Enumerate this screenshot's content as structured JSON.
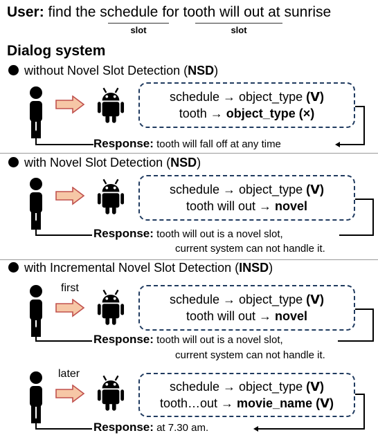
{
  "user": {
    "prefix": "User:",
    "text_1": "find the",
    "slot_a": "schedule",
    "text_2": "for",
    "slot_b": "tooth will out",
    "text_3": "at sunrise",
    "slot_tag_a": "slot",
    "slot_tag_b": "slot"
  },
  "dialog_title": "Dialog system",
  "sections": [
    {
      "title_pre": "without Novel Slot Detection (",
      "title_bold": "NSD",
      "title_post": ")",
      "line1_pre": "schedule → object_type ",
      "line1_mark": "(ᐯ)",
      "line2_pre": "tooth → ",
      "line2_bold": "object_type (×)",
      "response_label": "Response:",
      "response_1": "tooth will fall off at any time",
      "response_2": ""
    },
    {
      "title_pre": "with Novel Slot Detection (",
      "title_bold": "NSD",
      "title_post": ")",
      "line1_pre": "schedule → object_type ",
      "line1_mark": "(ᐯ)",
      "line2_pre": "tooth will out → ",
      "line2_bold": "novel",
      "response_label": "Response:",
      "response_1": "tooth will out is a novel slot,",
      "response_2": "current system can not handle it."
    },
    {
      "title_pre": "with Incremental Novel Slot Detection (",
      "title_bold": "INSD",
      "title_post": ")",
      "step_label": "first",
      "line1_pre": "schedule → object_type ",
      "line1_mark": "(ᐯ)",
      "line2_pre": "tooth will out → ",
      "line2_bold": "novel",
      "response_label": "Response:",
      "response_1": "tooth will out is a novel slot,",
      "response_2": "current system can not handle it."
    },
    {
      "step_label": "later",
      "line1_pre": "schedule → object_type ",
      "line1_mark": "(ᐯ)",
      "line2_pre": "tooth…out → ",
      "line2_bold": "movie_name (ᐯ)",
      "response_label": "Response:",
      "response_1": "at 7.30 am.",
      "response_2": ""
    }
  ],
  "icons": {
    "user": "person-icon",
    "system": "android-robot-icon",
    "arrow": "right-arrow-icon"
  },
  "colors": {
    "arrow_fill": "#f6c7a6",
    "arrow_stroke": "#c0504d",
    "box_border": "#1f3a5f"
  }
}
